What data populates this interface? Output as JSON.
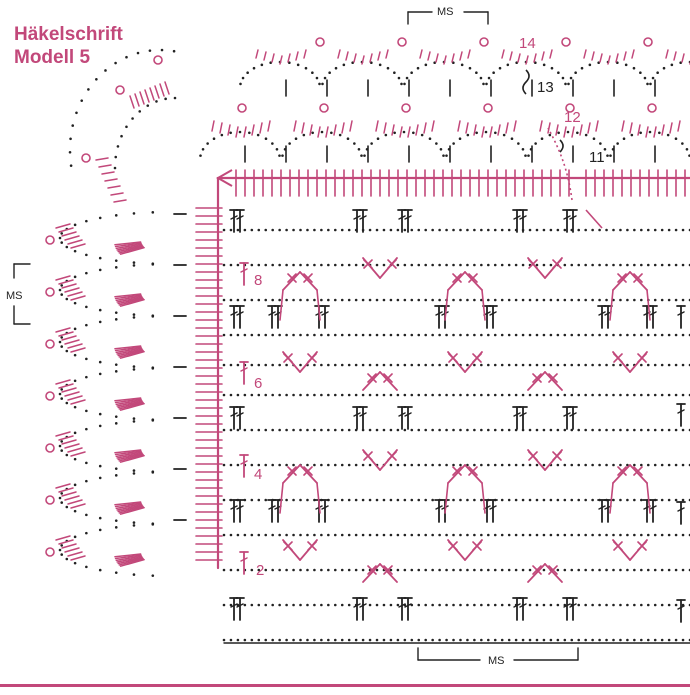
{
  "title": {
    "line1": "Häkelschrift",
    "line2": "Modell 5"
  },
  "repeat_labels": {
    "top": "MS",
    "left": "MS",
    "bottom": "MS"
  },
  "row_numbers": {
    "r2": "2",
    "r4": "4",
    "r6": "6",
    "r8": "8",
    "r11": "11",
    "r12": "12",
    "r13": "13",
    "r14": "14"
  },
  "colors": {
    "accent": "#c2487a",
    "ink": "#222222"
  }
}
